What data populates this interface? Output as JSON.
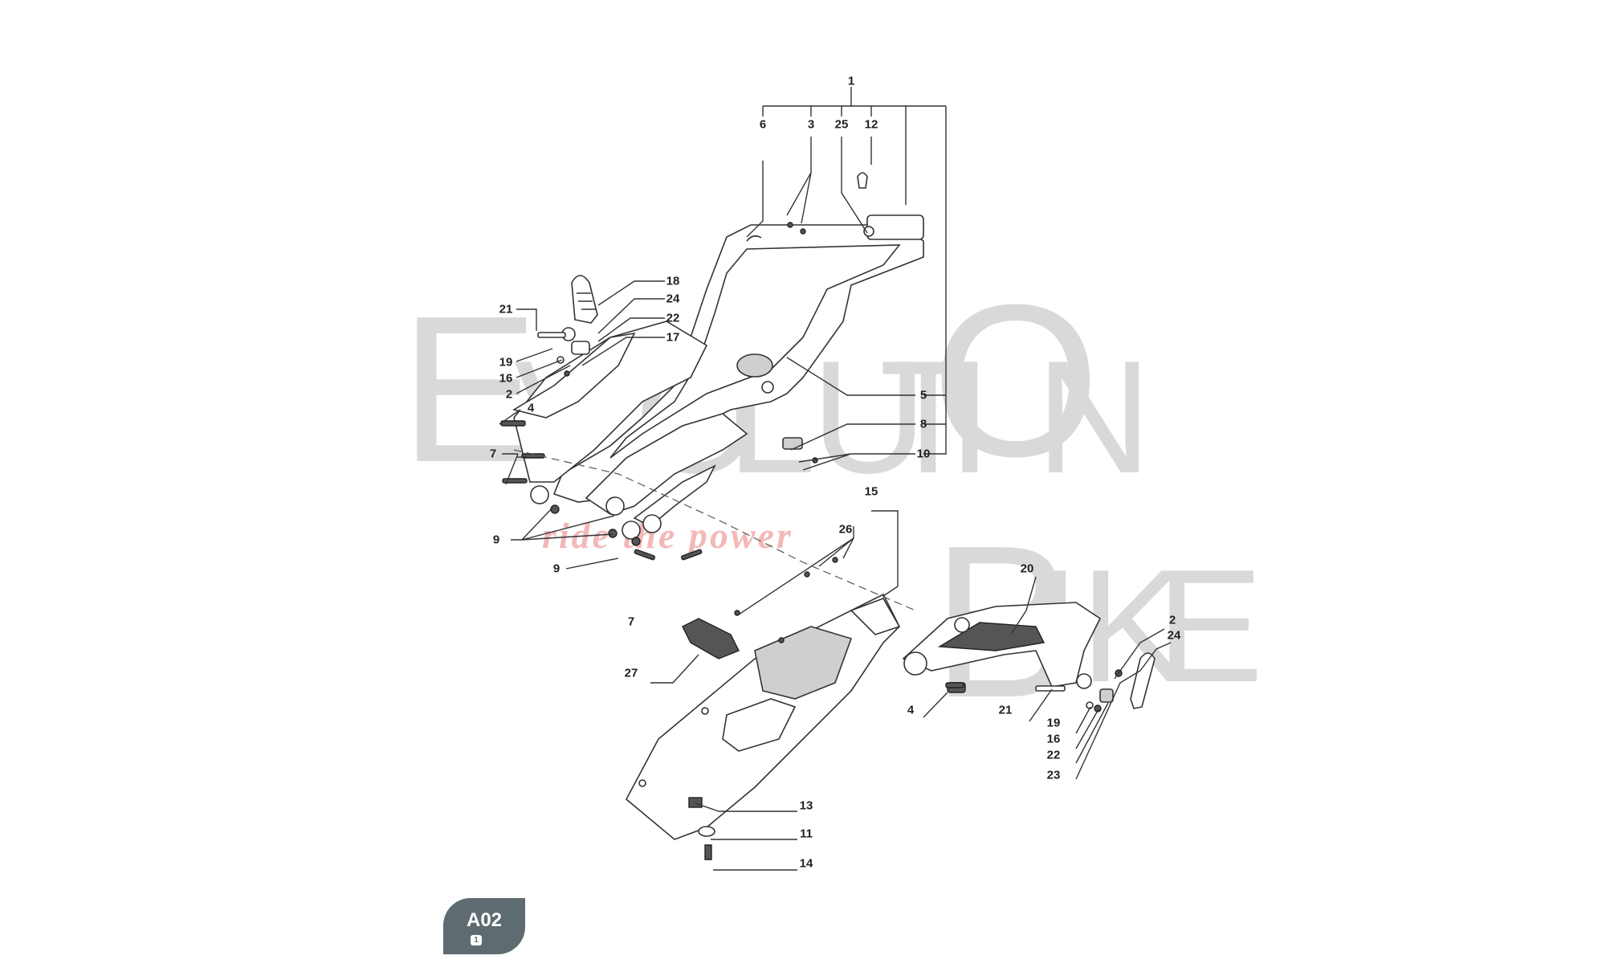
{
  "watermark": {
    "letters_row1": [
      "E",
      "V",
      "O",
      "L",
      "U",
      "T",
      "I",
      "O",
      "N"
    ],
    "letters_row2": [
      "B",
      "I",
      "K",
      "E"
    ],
    "tagline": "ride the power"
  },
  "badge": {
    "code": "A02",
    "sheet": "1"
  },
  "callouts": [
    "1",
    "6",
    "3",
    "25",
    "12",
    "18",
    "24",
    "22",
    "17",
    "21",
    "19",
    "16",
    "2",
    "4",
    "7",
    "9",
    "9",
    "5",
    "8",
    "10",
    "15",
    "26",
    "20",
    "2",
    "24",
    "27",
    "4",
    "21",
    "19",
    "16",
    "22",
    "23",
    "13",
    "11",
    "14",
    "7"
  ],
  "colors": {
    "badge": "#5e6b70",
    "watermark": "#d9d9d9",
    "tagline": "#f3b8b8",
    "lines": "#333333"
  }
}
